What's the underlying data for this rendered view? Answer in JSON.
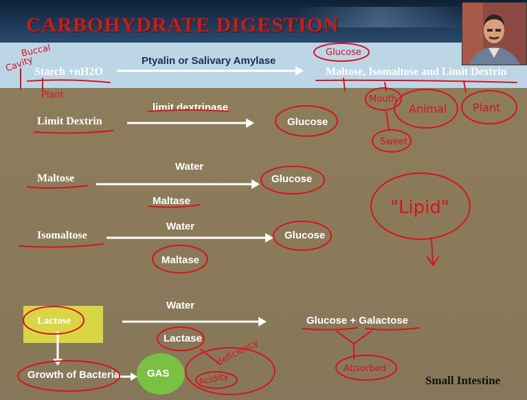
{
  "slide": {
    "title": "CARBOHYDRATE DIGESTION",
    "top_reaction": {
      "reactant": "Starch +nH2O",
      "enzyme": "Ptyalin or Salivary Amylase",
      "product": "Maltose, Isomaltose and Limit Dextrin"
    },
    "reactions": [
      {
        "substrate": "Limit Dextrin",
        "condition": "limit dextrinase",
        "product": "Glucose"
      },
      {
        "substrate": "Maltose",
        "condition": "Water",
        "enzyme": "Maltase",
        "product": "Glucose"
      },
      {
        "substrate": "Isomaltose",
        "condition": "Water",
        "enzyme": "Maltase",
        "product": "Glucose"
      }
    ],
    "lactose": {
      "substrate": "Lactose",
      "condition": "Water",
      "enzyme": "Lactase",
      "product": "Glucose + Galactose",
      "bacteria": "Growth of Bacteria",
      "gas": "GAS"
    },
    "footer": "Small Intestine"
  },
  "handwriting": {
    "ink_color": "#d9121b",
    "glucose_note": "Glucose",
    "buccal": "Buccal",
    "cavity": "Cavity",
    "plant": "Plant",
    "mouth": "Mouth",
    "sweet": "Sweet",
    "animal": "Animal",
    "plant2": "Plant",
    "lipid": "\"Lipid\"",
    "deficiency": "deficiency",
    "acidity": "Acidity",
    "absorbed": "Absorbed"
  }
}
